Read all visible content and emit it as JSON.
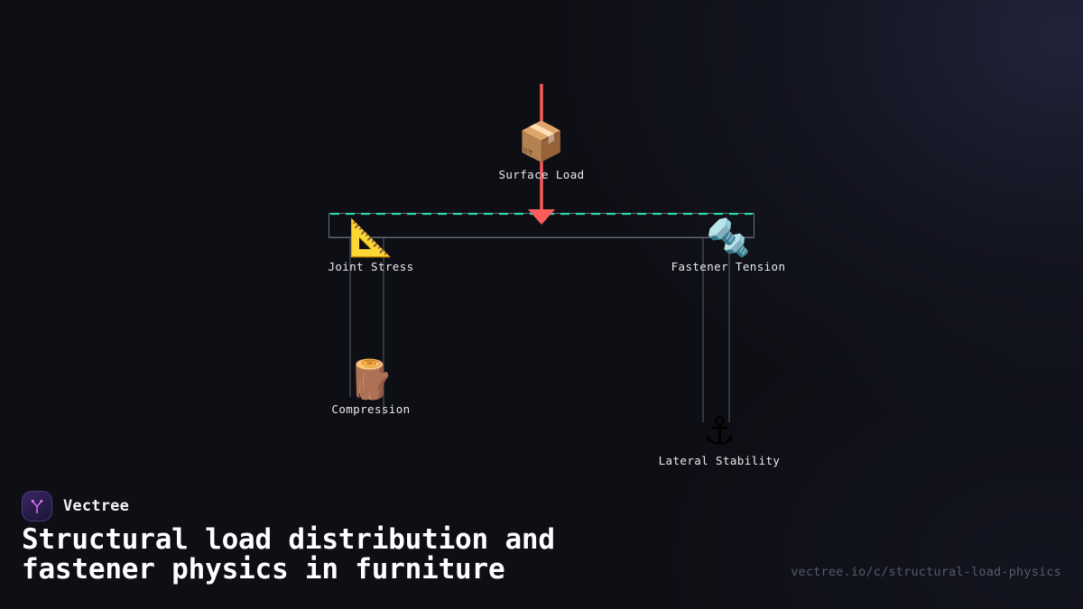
{
  "brand": {
    "name": "Vectree",
    "logo_icon": "vectree-tree-logo-icon",
    "logo_accent": "#d96bf0"
  },
  "headline": "Structural load distribution and\nfastener physics in furniture",
  "footer_url": "vectree.io/c/structural-load-physics",
  "theme": {
    "background": "#0e0f15",
    "text": "#e9eaf0",
    "muted_text": "#555a6b",
    "edge_line": "#5a5f70",
    "surface_stroke": "#6a7080",
    "load_arrow": "#fc5c5c",
    "surface_dash": "#2dd4a8"
  },
  "diagram": {
    "title": "structural-load-diagram",
    "surface_beam": {
      "name": "surface-beam",
      "dash_color": "#2dd4a8",
      "stroke_color": "#6a7080"
    },
    "load_arrow": {
      "name": "surface-load-arrow",
      "color": "#fc5c5c",
      "direction": "down"
    },
    "nodes": [
      {
        "id": "surface-load",
        "label": "Surface Load",
        "icon": "📦",
        "icon_name": "package-box-icon"
      },
      {
        "id": "joint-stress",
        "label": "Joint Stress",
        "icon": "📐",
        "icon_name": "triangular-ruler-icon"
      },
      {
        "id": "fastener-tension",
        "label": "Fastener Tension",
        "icon": "🔩",
        "icon_name": "nut-and-bolt-icon"
      },
      {
        "id": "compression",
        "label": "Compression",
        "icon": "🪵",
        "icon_name": "wood-log-icon"
      },
      {
        "id": "lateral-stability",
        "label": "Lateral Stability",
        "icon": "⚓",
        "icon_name": "anchor-icon"
      }
    ]
  }
}
